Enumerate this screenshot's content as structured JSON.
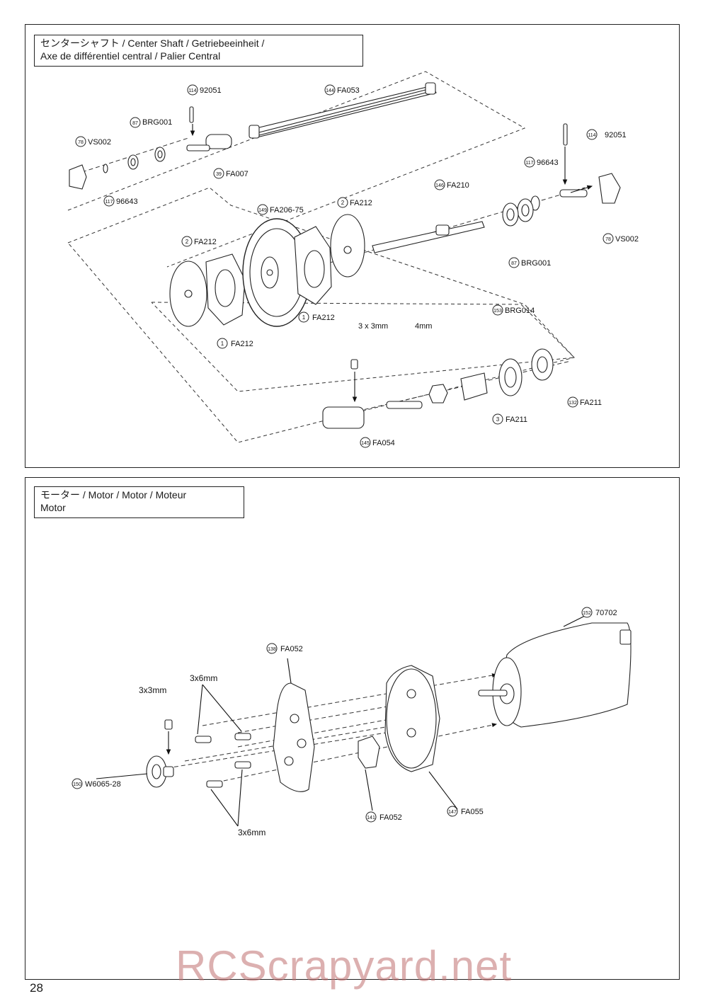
{
  "sections": [
    {
      "id": "center-shaft",
      "title_line1": "センターシャフト / Center Shaft / Getriebeeinheit /",
      "title_line2": "Axe de différentiel central / Palier Central"
    },
    {
      "id": "motor",
      "title_line1": "モーター / Motor / Motor / Moteur",
      "title_line2": "Motor"
    }
  ],
  "center_shaft_callouts": [
    {
      "num": "114",
      "part": "92051"
    },
    {
      "num": "144",
      "part": "FA053"
    },
    {
      "num": "87",
      "part": "BRG001"
    },
    {
      "num": "78",
      "part": "VS002"
    },
    {
      "num": "39",
      "part": "FA007"
    },
    {
      "num": "117",
      "part": "96643"
    },
    {
      "num": "114",
      "part": "92051"
    },
    {
      "num": "117",
      "part": "96643"
    },
    {
      "num": "146",
      "part": "FA210"
    },
    {
      "num": "149",
      "part": "FA206-75"
    },
    {
      "num": "2",
      "part": "FA212"
    },
    {
      "num": "2",
      "part": "FA212"
    },
    {
      "num": "78",
      "part": "VS002"
    },
    {
      "num": "87",
      "part": "BRG001"
    },
    {
      "num": "1",
      "part": "FA212"
    },
    {
      "num": "1",
      "part": "FA212"
    },
    {
      "num": "153",
      "part": "BRG014"
    },
    {
      "num": "132",
      "part": "FA211"
    },
    {
      "num": "3",
      "part": "FA211"
    },
    {
      "num": "145",
      "part": "FA054"
    }
  ],
  "center_shaft_sizes": {
    "set_screw": "3 x 3mm",
    "nut": "4mm"
  },
  "motor_callouts": [
    {
      "num": "152",
      "part": "70702"
    },
    {
      "num": "138",
      "part": "FA052"
    },
    {
      "num": "150",
      "part": "W6065-28"
    },
    {
      "num": "141",
      "part": "FA052"
    },
    {
      "num": "147",
      "part": "FA055"
    }
  ],
  "motor_sizes": {
    "screw_top": "3x6mm",
    "set_screw": "3x3mm",
    "screw_bottom": "3x6mm"
  },
  "page_number": "28",
  "watermark": "RCScrapyard.net"
}
